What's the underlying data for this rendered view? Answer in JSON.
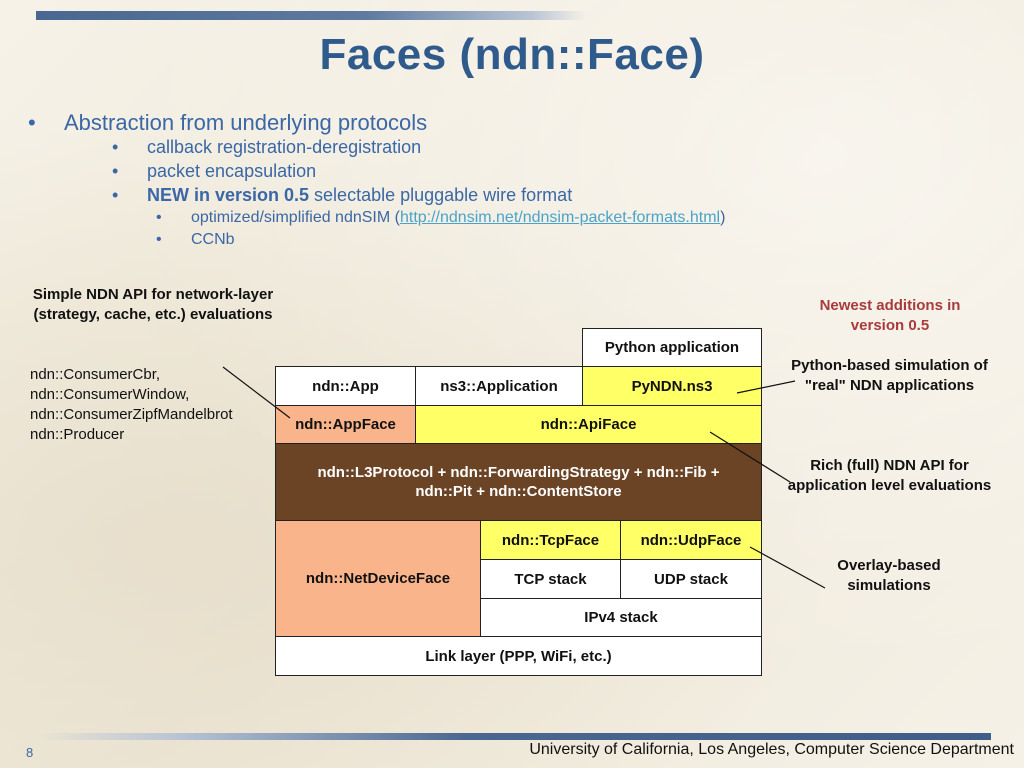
{
  "slide": {
    "title": "Faces (ndn::Face)",
    "page_number": "8",
    "footer": "University of California, Los Angeles, Computer Science Department"
  },
  "bullets": {
    "l1": "Abstraction from underlying protocols",
    "l2a": "callback registration-deregistration",
    "l2b": "packet encapsulation",
    "l2c_bold": "NEW in version 0.5",
    "l2c_rest": " selectable pluggable wire format",
    "l3a_pre": "optimized/simplified ndnSIM (",
    "l3a_link": "http://ndnsim.net/ndnsim-packet-formats.html",
    "l3a_post": ")",
    "l3b": "CCNb",
    "marker": "•"
  },
  "notes": {
    "simple_api": "Simple NDN API for network-layer (strategy, cache, etc.) evaluations",
    "newest": "Newest additions in version 0.5",
    "python_based": "Python-based simulation of \"real\" NDN applications",
    "rich_api": "Rich (full) NDN API for application level evaluations",
    "overlay": "Overlay-based simulations"
  },
  "api_list": [
    "ndn::ConsumerCbr,",
    "ndn::ConsumerWindow,",
    "ndn::ConsumerZipfMandelbrot",
    "ndn::Producer"
  ],
  "stack": {
    "python_app": "Python application",
    "ndn_app": "ndn::App",
    "ns3_app": "ns3::Application",
    "pyndn": "PyNDN.ns3",
    "app_face": "ndn::AppFace",
    "api_face": "ndn::ApiFace",
    "l3": "ndn::L3Protocol + ndn::ForwardingStrategy + ndn::Fib + ndn::Pit + ndn::ContentStore",
    "netdevice_face": "ndn::NetDeviceFace",
    "tcp_face": "ndn::TcpFace",
    "udp_face": "ndn::UdpFace",
    "tcp_stack": "TCP stack",
    "udp_stack": "UDP stack",
    "ipv4": "IPv4 stack",
    "link": "Link layer (PPP, WiFi, etc.)"
  },
  "colors": {
    "title": "#2e5a8c",
    "bullet_text": "#3a67a6",
    "link": "#4aa3c8",
    "yellow": "#ffff66",
    "orange": "#f9b48b",
    "brown": "#6b4426",
    "note_red": "#a83b3b"
  }
}
